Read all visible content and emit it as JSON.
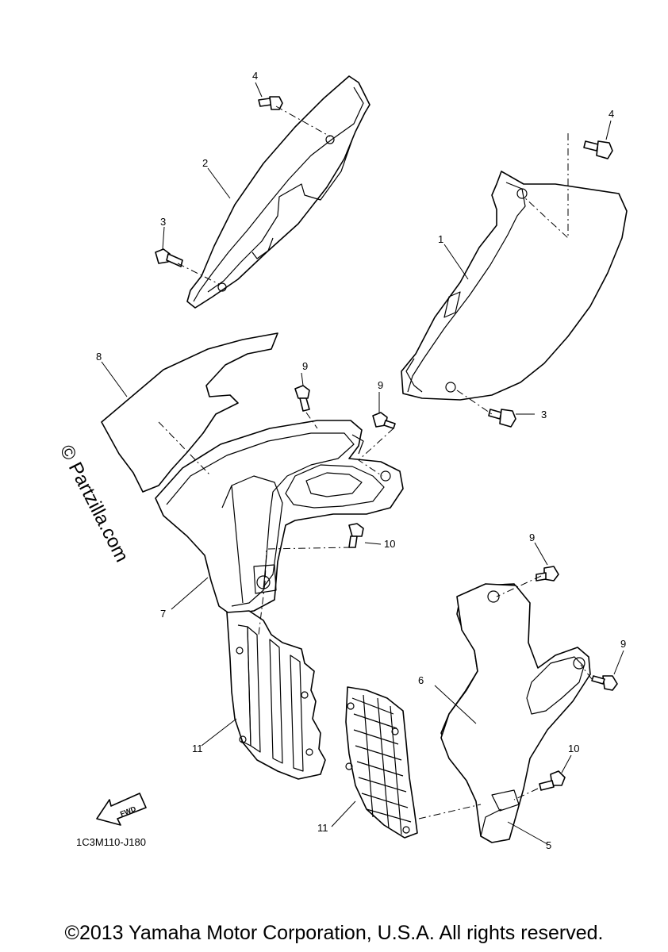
{
  "diagram": {
    "callouts": {
      "c1": "1",
      "c2": "2",
      "c3a": "3",
      "c3b": "3",
      "c4a": "4",
      "c4b": "4",
      "c5": "5",
      "c6": "6",
      "c7": "7",
      "c8": "8",
      "c9a": "9",
      "c9b": "9",
      "c9c": "9",
      "c9d": "9",
      "c10a": "10",
      "c10b": "10",
      "c11a": "11",
      "c11b": "11"
    },
    "fwd_label": "FWD",
    "diagram_code": "1C3M110-J180"
  },
  "watermark": "© Partzilla.com",
  "copyright": "©2013 Yamaha Motor Corporation, U.S.A. All rights reserved."
}
